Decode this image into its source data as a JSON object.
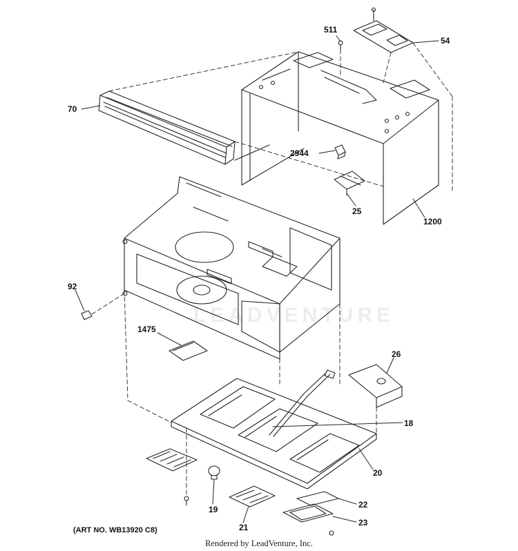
{
  "labels": {
    "p511": "511",
    "p54": "54",
    "p70": "70",
    "p2944": "2944",
    "p25": "25",
    "p1200": "1200",
    "p92": "92",
    "p1475": "1475",
    "p26": "26",
    "p18": "18",
    "p20": "20",
    "p19": "19",
    "p21": "21",
    "p22": "22",
    "p23": "23"
  },
  "art_number": "(ART NO. WB13920 C8)",
  "credit": "Rendered by LeadVenture, Inc.",
  "watermark": "LEADVENTURE"
}
